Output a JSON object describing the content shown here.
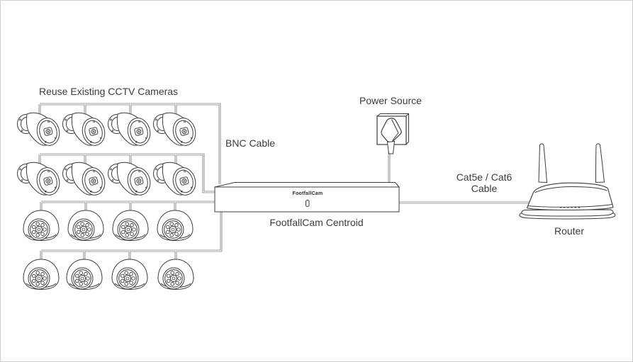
{
  "labels": {
    "cameras_group": "Reuse Existing CCTV Cameras",
    "bnc_cable": "BNC Cable",
    "power_source": "Power Source",
    "cat_cable_line1": "Cat5e / Cat6",
    "cat_cable_line2": "Cable",
    "centroid": "FootfallCam Centroid",
    "device_brand": "FootfallCam",
    "router": "Router"
  },
  "diagram": {
    "camera_rows": [
      {
        "type": "bullet",
        "count": 4
      },
      {
        "type": "bullet",
        "count": 4
      },
      {
        "type": "dome",
        "count": 4
      },
      {
        "type": "dome",
        "count": 4
      }
    ],
    "total_bullet_cameras": 8,
    "total_dome_cameras": 8,
    "connections": [
      {
        "from": "cctv-cameras",
        "to": "footfallcam-centroid",
        "cable": "BNC Cable"
      },
      {
        "from": "power-source",
        "to": "footfallcam-centroid",
        "cable": "power cord"
      },
      {
        "from": "footfallcam-centroid",
        "to": "router",
        "cable": "Cat5e / Cat6 Cable"
      }
    ],
    "colors": {
      "background": "#ffffff",
      "line": "#3c3c3c",
      "cable": "#4a4a4a",
      "border": "#cfcfcf",
      "text": "#3c3c3c"
    }
  }
}
